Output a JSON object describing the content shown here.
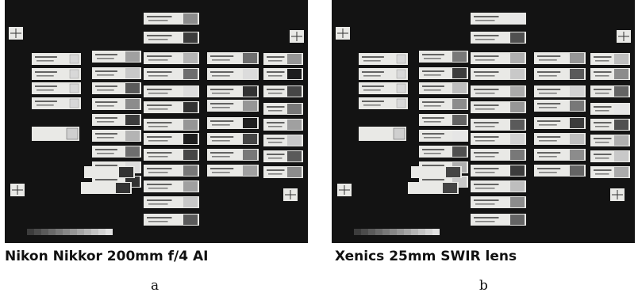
{
  "panels": [
    {
      "id": "a",
      "lens": "Nikon Nikkor 200mm f/4 AI",
      "label": "a",
      "image_description": "greyscale photograph of pigment swatch cards pinned on black board"
    },
    {
      "id": "b",
      "lens": "Xenics 25mm SWIR lens",
      "label": "b",
      "image_description": "greyscale SWIR photograph of the same pigment swatch cards"
    }
  ],
  "colors": {
    "board": "#131313",
    "card": "#e9e9e6",
    "ink": "#2a2a2a"
  }
}
